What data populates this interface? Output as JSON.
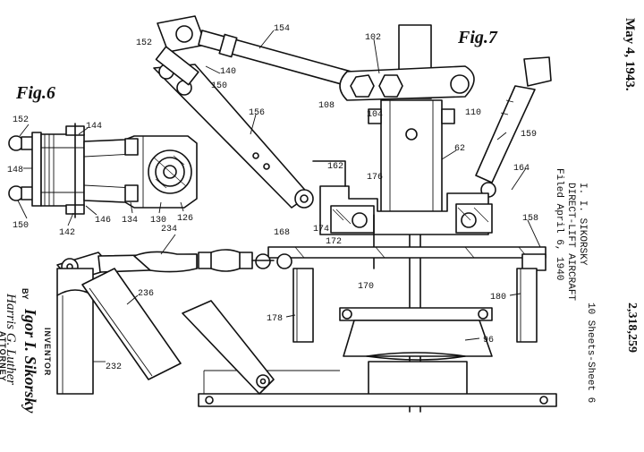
{
  "header": {
    "date": "May 4, 1943.",
    "inventor": "I. I. SIKORSKY",
    "title": "DIRECT-LIFT AIRCRAFT",
    "filed": "Filed April 6, 1940",
    "sheets": "10 Sheets-Sheet 6",
    "patent_number": "2,318,259"
  },
  "figures": {
    "fig6": "Fig.6",
    "fig7": "Fig.7"
  },
  "reference_numerals": {
    "n152a": "152",
    "n154": "154",
    "n102": "102",
    "n140": "140",
    "n150a": "150",
    "n108": "108",
    "n104": "104",
    "n110": "110",
    "n156": "156",
    "n159": "159",
    "n62": "62",
    "n164": "164",
    "n162": "162",
    "n176": "176",
    "n174": "174",
    "n172": "172",
    "n168": "168",
    "n158": "158",
    "n170": "170",
    "n180": "180",
    "n178": "178",
    "n96": "96",
    "n234": "234",
    "n236": "236",
    "n232": "232",
    "n144": "144",
    "n152b": "152",
    "n148": "148",
    "n150b": "150",
    "n142": "142",
    "n146": "146",
    "n134": "134",
    "n130": "130",
    "n126": "126"
  },
  "signature_block": {
    "inventor_label": "INVENTOR",
    "inventor_signature": "Igor I. Sikorsky",
    "by": "BY",
    "attorney_signature": "Harris G. Luther",
    "attorney_label": "ATTORNEY"
  }
}
